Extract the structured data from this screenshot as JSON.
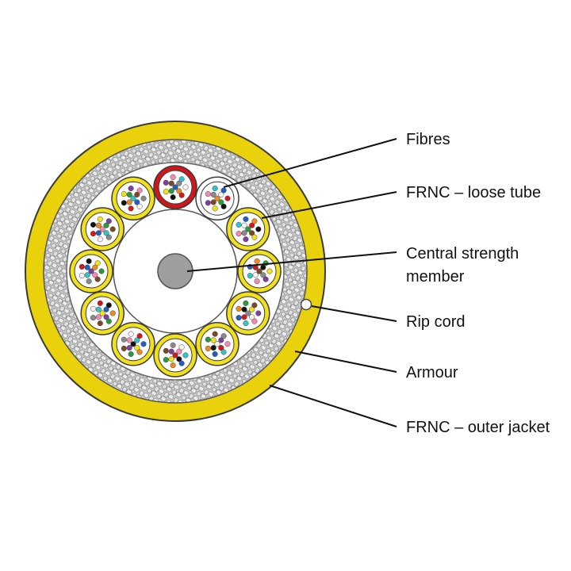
{
  "labels": {
    "fibres": "Fibres",
    "loose_tube": "FRNC – loose tube",
    "central_member_line1": "Central strength",
    "central_member_line2": "member",
    "rip_cord": "Rip cord",
    "armour": "Armour",
    "outer_jacket": "FRNC – outer jacket"
  },
  "colors": {
    "outer_jacket": "#e9d20c",
    "jacket_edge": "#3a3a3a",
    "armour": "#c9c9c9",
    "armour_mesh": "#8c8c8c",
    "inner_fill": "#ffffff",
    "tube_yellow": "#f1e01d",
    "tube_red": "#d0151b",
    "tube_clear": "#ffffff",
    "central_member": "#9e9e9e",
    "rip_cord": "#ffffff"
  },
  "loose_tubes": [
    {
      "color": "red"
    },
    {
      "color": "clear"
    },
    {
      "color": "yellow"
    },
    {
      "color": "yellow"
    },
    {
      "color": "yellow"
    },
    {
      "color": "yellow"
    },
    {
      "color": "yellow"
    },
    {
      "color": "yellow"
    },
    {
      "color": "yellow"
    },
    {
      "color": "yellow"
    },
    {
      "color": "yellow"
    },
    {
      "color": "yellow"
    }
  ],
  "fibre_colors": [
    "#1f5fbf",
    "#f08a1e",
    "#2a9a3a",
    "#7a4a24",
    "#8a8a8a",
    "#f4f4f4",
    "#d3171d",
    "#111111",
    "#f2e21b",
    "#7d3fa0",
    "#f28ab3",
    "#33c4c9"
  ]
}
